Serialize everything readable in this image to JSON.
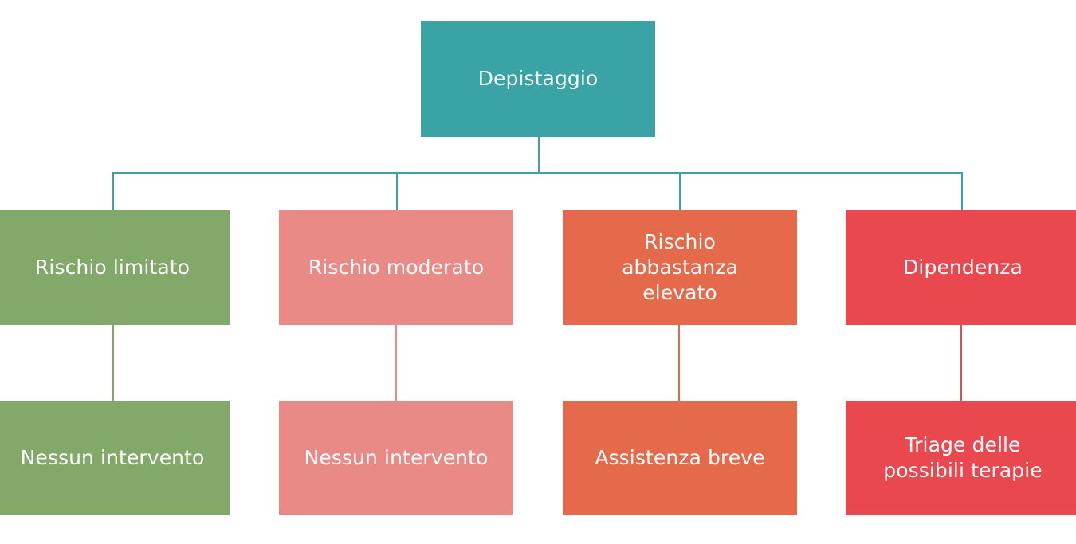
{
  "diagram": {
    "title": "Depistaggio",
    "type": "flowchart",
    "orientation": "top-down",
    "background_color": "#ffffff",
    "text_color": "#ffffff",
    "root": {
      "label": "Depistaggio",
      "color": "#3aa3a6"
    },
    "connector_colors": {
      "root": "#3aa3a6",
      "branch_0": "#82a96a",
      "branch_1": "#ea8a87",
      "branch_2": "#e56a4b",
      "branch_3": "#e9484e"
    },
    "branches": [
      {
        "level2_label": "Rischio limitato",
        "level3_label": "Nessun intervento",
        "color": "#82a96a"
      },
      {
        "level2_label": "Rischio moderato",
        "level3_label": "Nessun intervento",
        "color": "#ea8a87"
      },
      {
        "level2_label": "Rischio\nabbastanza\nelevato",
        "level3_label": "Assistenza breve",
        "color": "#e56a4b"
      },
      {
        "level2_label": "Dipendenza",
        "level3_label": "Triage delle\npossibili terapie",
        "color": "#e9484e"
      }
    ]
  }
}
